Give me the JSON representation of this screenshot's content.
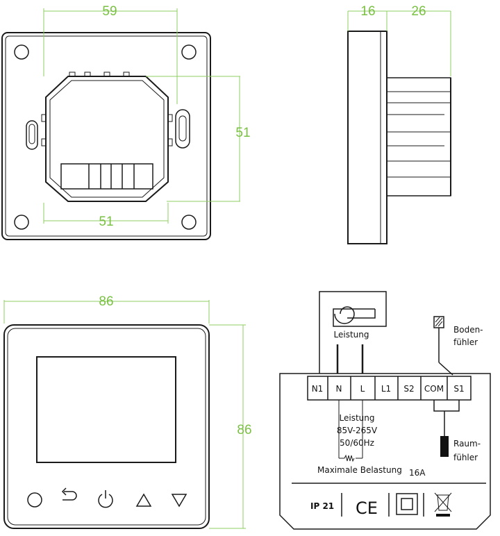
{
  "dimensions": {
    "top_width": "59",
    "side_depth_1": "16",
    "side_depth_2": "26",
    "inner_height": "51",
    "inner_width": "51",
    "front_width": "86",
    "front_height": "86"
  },
  "wiring": {
    "terminals": [
      "N1",
      "N",
      "L",
      "L1",
      "S2",
      "COM",
      "S1"
    ],
    "power_top": "Leistung",
    "power_lines": [
      "Leistung",
      "85V-265V",
      "50/60Hz"
    ],
    "floor_sensor": [
      "Boden-",
      "fühler"
    ],
    "room_sensor": [
      "Raum-",
      "fühler"
    ],
    "max_load_label": "Maximale Belastung",
    "max_load_value": "16A",
    "ip_rating": "IP 21",
    "ce_mark": "CE"
  },
  "colors": {
    "dimension_green": "#7ac143",
    "outline": "#1a1a1a"
  },
  "front_buttons": [
    "power-ring-icon",
    "back-arrow-icon",
    "power-icon",
    "up-triangle-icon",
    "down-triangle-icon"
  ]
}
